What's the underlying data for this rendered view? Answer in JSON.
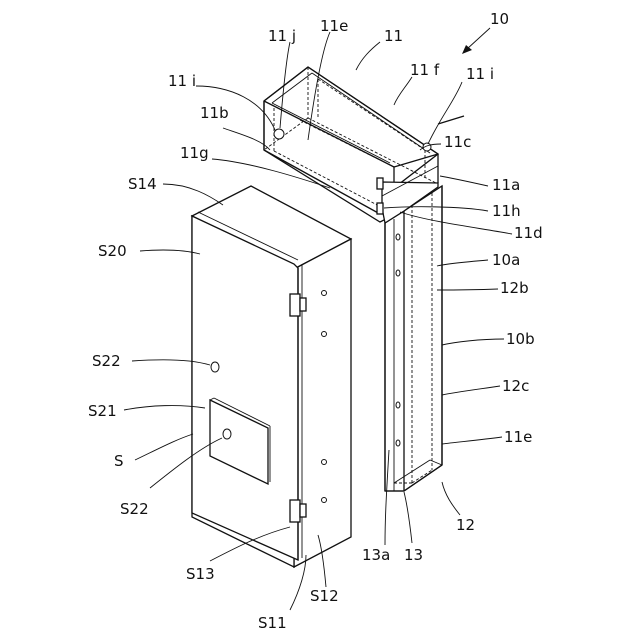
{
  "figure_ref": "10",
  "labels": {
    "l_11j": "11 j",
    "l_11e_top": "11e",
    "l_11": "11",
    "l_11f": "11 f",
    "l_11i_left": "11 i",
    "l_11i_right": "11 i",
    "l_11b": "11b",
    "l_11c": "11c",
    "l_11g": "11g",
    "l_S14": "S14",
    "l_11a": "11a",
    "l_11h": "11h",
    "l_11d": "11d",
    "l_S20": "S20",
    "l_10a": "10a",
    "l_12b": "12b",
    "l_10b": "10b",
    "l_S22_top": "S22",
    "l_12c": "12c",
    "l_S21": "S21",
    "l_11e_bottom": "11e",
    "l_S": "S",
    "l_S22_bottom": "S22",
    "l_12": "12",
    "l_13a": "13a",
    "l_13": "13",
    "l_S13": "S13",
    "l_S12": "S12",
    "l_S11": "S11"
  }
}
